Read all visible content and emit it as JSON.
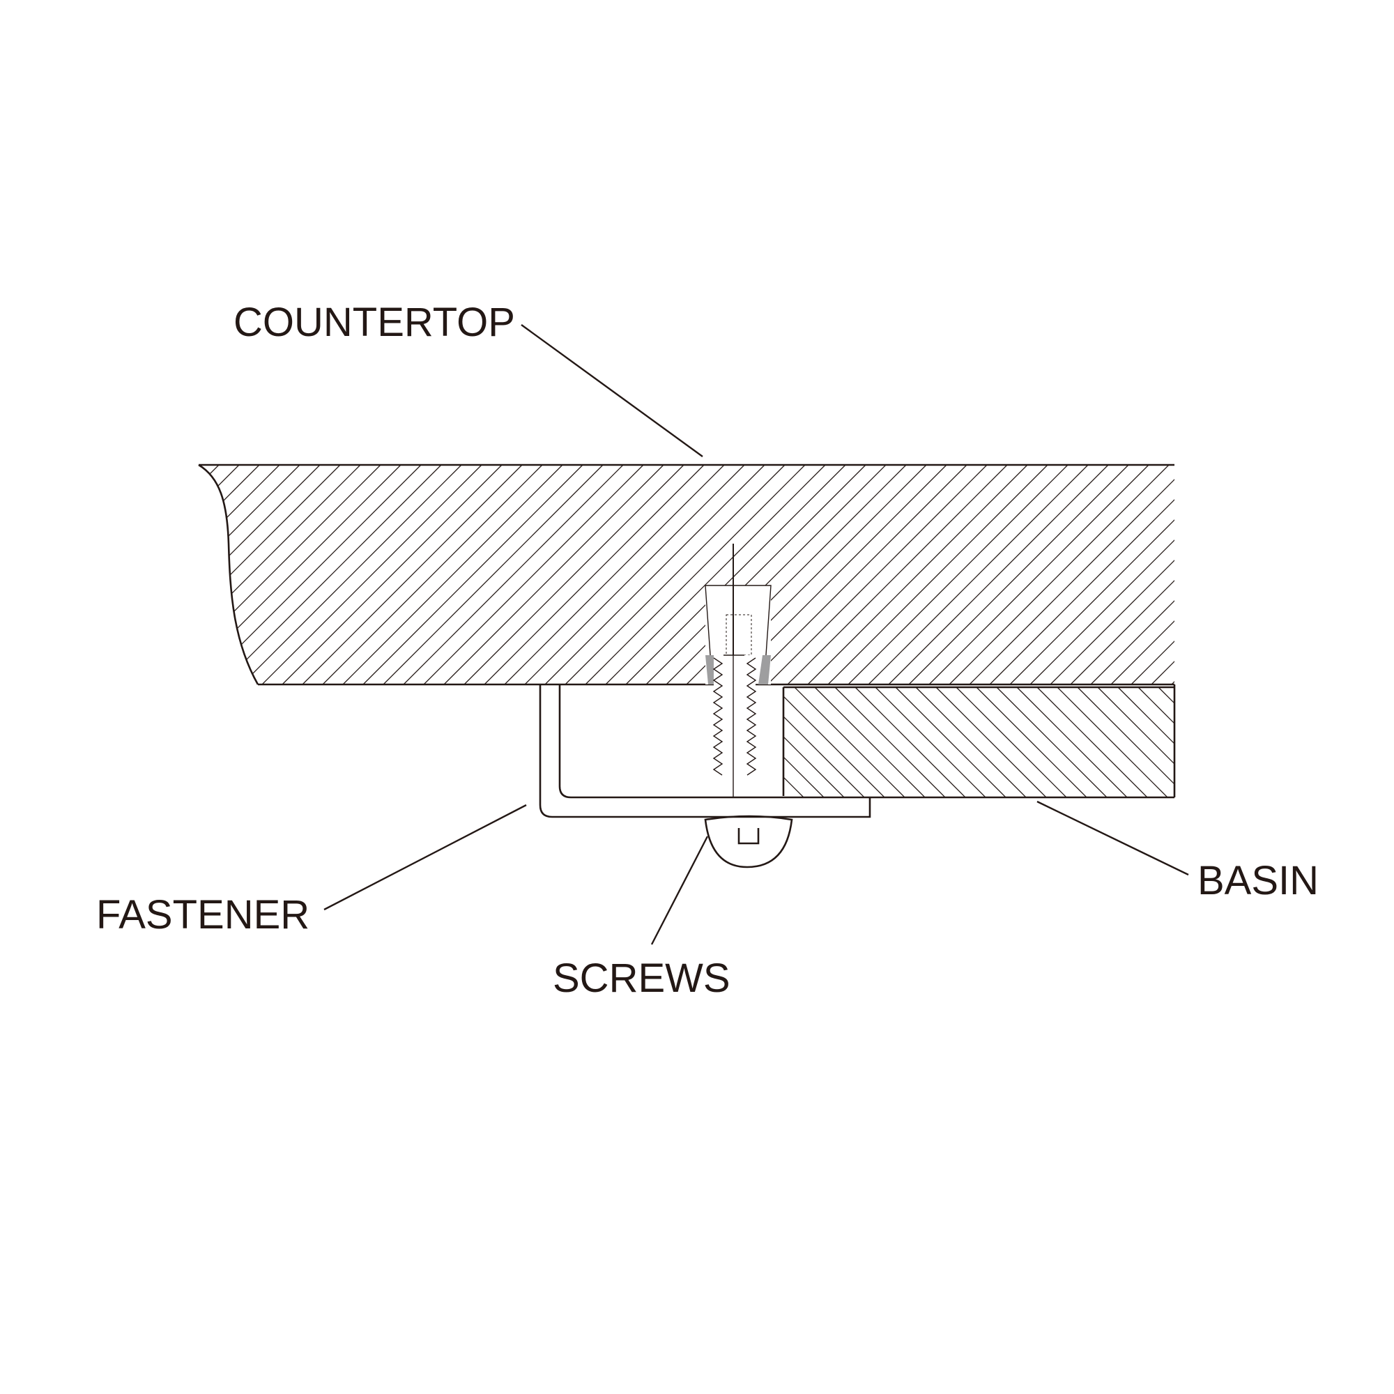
{
  "labels": {
    "countertop": "COUNTERTOP",
    "basin": "BASIN",
    "fastener": "FASTENER",
    "screws": "SCREWS"
  },
  "colors": {
    "ink": "#231815",
    "wedge_fill": "#9e9e9f",
    "background": "#ffffff"
  }
}
